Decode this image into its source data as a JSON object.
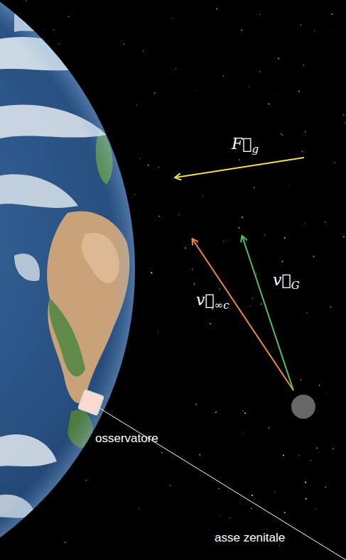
{
  "diagram": {
    "labels": [
      "F⃗g",
      "v⃗∞c",
      "v⃗G",
      "osservatore",
      "asse zenitale"
    ]
  }
}
